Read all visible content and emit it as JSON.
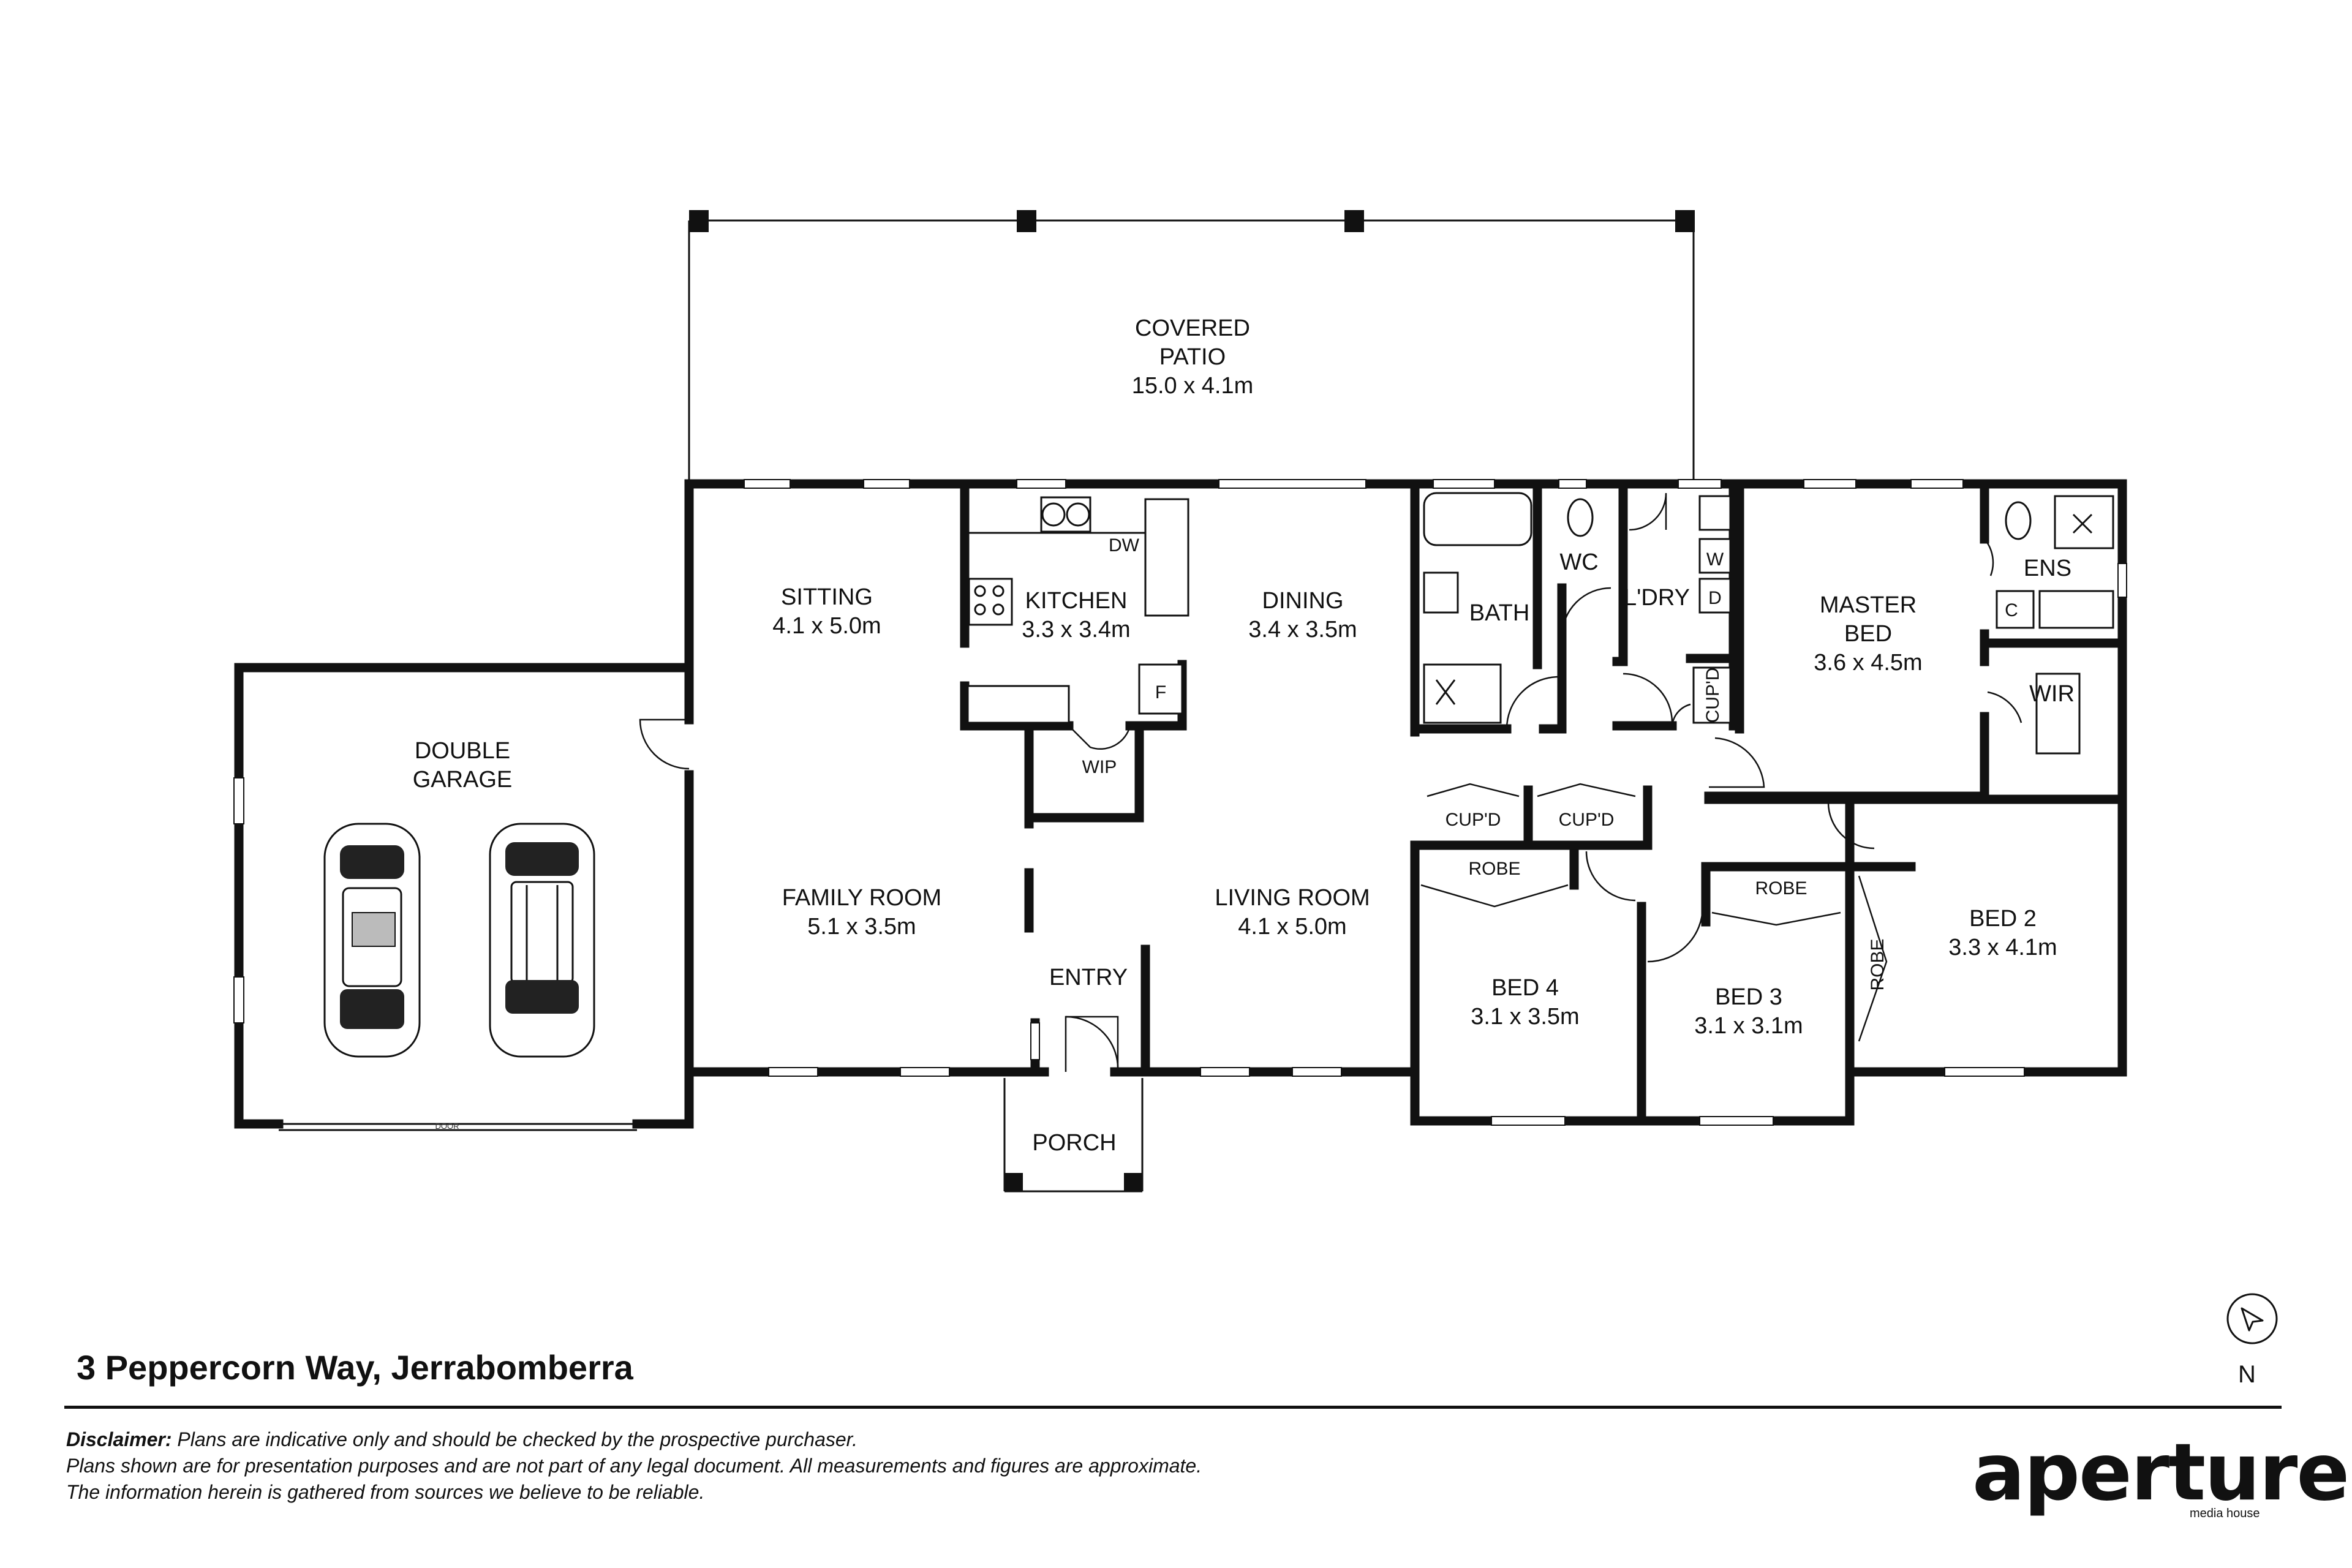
{
  "plan": {
    "rooms": {
      "patio": {
        "name1": "COVERED",
        "name2": "PATIO",
        "size": "15.0 x 4.1m"
      },
      "sitting": {
        "name": "SITTING",
        "size": "4.1 x 5.0m"
      },
      "kitchen": {
        "name": "KITCHEN",
        "size": "3.3 x 3.4m"
      },
      "dining": {
        "name": "DINING",
        "size": "3.4 x 3.5m"
      },
      "bath": {
        "name": "BATH"
      },
      "wc": {
        "name": "WC"
      },
      "laundry": {
        "name": "L'DRY"
      },
      "master": {
        "name1": "MASTER",
        "name2": "BED",
        "size": "3.6 x 4.5m"
      },
      "ens": {
        "name": "ENS"
      },
      "wir": {
        "name": "WIR"
      },
      "garage": {
        "name1": "DOUBLE",
        "name2": "GARAGE"
      },
      "wip": {
        "name": "WIP"
      },
      "family": {
        "name": "FAMILY ROOM",
        "size": "5.1 x 3.5m"
      },
      "living": {
        "name": "LIVING ROOM",
        "size": "4.1 x 5.0m"
      },
      "entry": {
        "name": "ENTRY"
      },
      "porch": {
        "name": "PORCH"
      },
      "bed4": {
        "name": "BED 4",
        "size": "3.1 x 3.5m"
      },
      "bed3": {
        "name": "BED 3",
        "size": "3.1 x 3.1m"
      },
      "bed2": {
        "name": "BED 2",
        "size": "3.3 x 4.1m"
      }
    },
    "fixtures": {
      "dw": "DW",
      "fridge": "F",
      "washer": "W",
      "dryer": "D",
      "cupd": "CUP'D",
      "cupd1": "CUP'D",
      "cupd2": "CUP'D",
      "robe4": "ROBE",
      "robe3": "ROBE",
      "robe2": "ROBE",
      "ens_c": "C",
      "garage_door": "DOOR"
    }
  },
  "address": "3 Peppercorn Way, Jerrabomberra",
  "disclaimer": {
    "label": "Disclaimer:",
    "line1": "Plans are indicative only and should be checked by the prospective purchaser.",
    "line2": "Plans shown are for presentation purposes and are not part of any legal document. All measurements and figures are approximate.",
    "line3": "The information herein is gathered from sources we believe to be reliable."
  },
  "compass": {
    "label": "N"
  },
  "logo": {
    "name": "aperture",
    "sub": "media house"
  }
}
